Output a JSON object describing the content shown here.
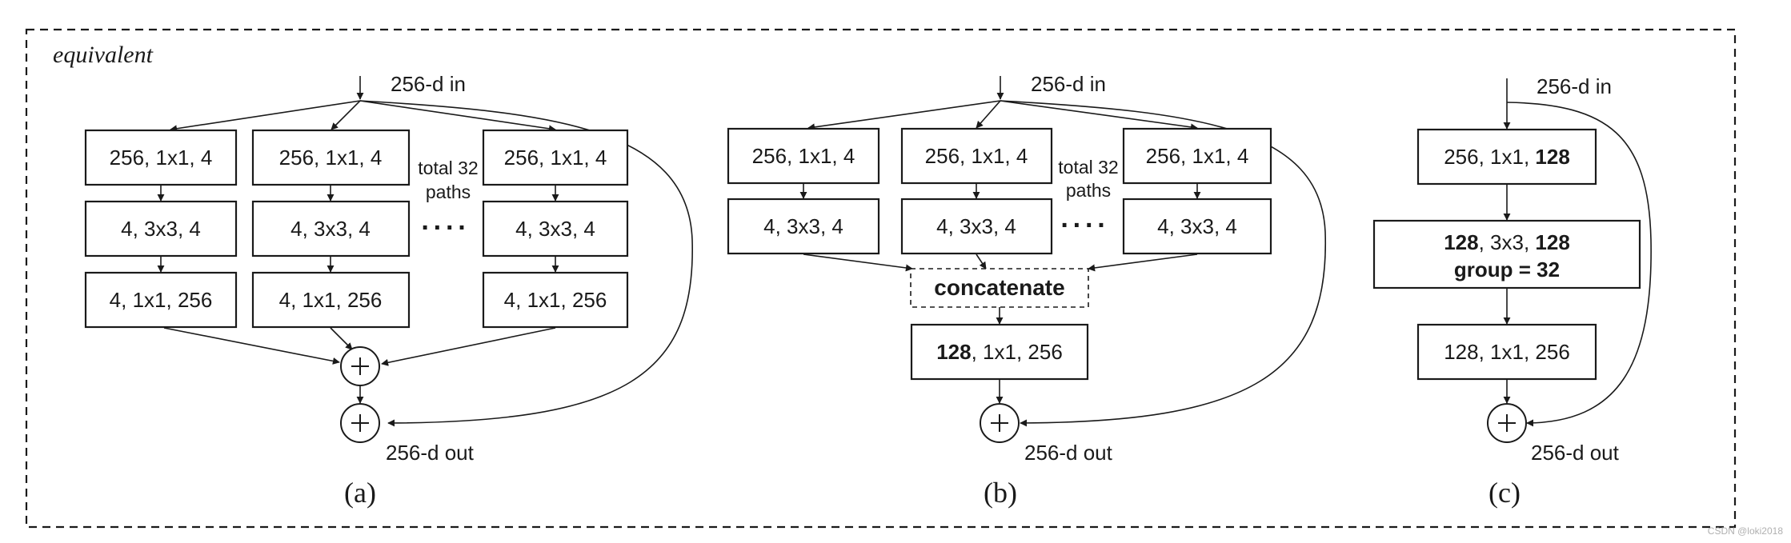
{
  "frame_label": "equivalent",
  "watermark": "CSDN @loki2018",
  "panels": {
    "a": {
      "caption": "(a)",
      "input": "256-d in",
      "output": "256-d out",
      "paths_note_1": "total 32",
      "paths_note_2": "paths",
      "dots": "····",
      "path1": [
        "256, 1x1, 4",
        "4, 3x3, 4",
        "4, 1x1, 256"
      ],
      "path2": [
        "256, 1x1, 4",
        "4, 3x3, 4",
        "4, 1x1, 256"
      ],
      "path3": [
        "256, 1x1, 4",
        "4, 3x3, 4",
        "4, 1x1, 256"
      ]
    },
    "b": {
      "caption": "(b)",
      "input": "256-d in",
      "output": "256-d out",
      "paths_note_1": "total 32",
      "paths_note_2": "paths",
      "dots": "····",
      "path1": [
        "256, 1x1, 4",
        "4, 3x3, 4"
      ],
      "path2": [
        "256, 1x1, 4",
        "4, 3x3, 4"
      ],
      "path3": [
        "256, 1x1, 4",
        "4, 3x3, 4"
      ],
      "concat": "concatenate",
      "final_bold": "128",
      "final_rest": ", 1x1, 256"
    },
    "c": {
      "caption": "(c)",
      "input": "256-d in",
      "output": "256-d out",
      "box1_plain": "256, 1x1, ",
      "box1_bold": "128",
      "box2_bold_a": "128",
      "box2_plain": ", 3x3, ",
      "box2_bold_b": "128",
      "box2_line2": "group = 32",
      "box3": "128, 1x1, 256"
    }
  }
}
